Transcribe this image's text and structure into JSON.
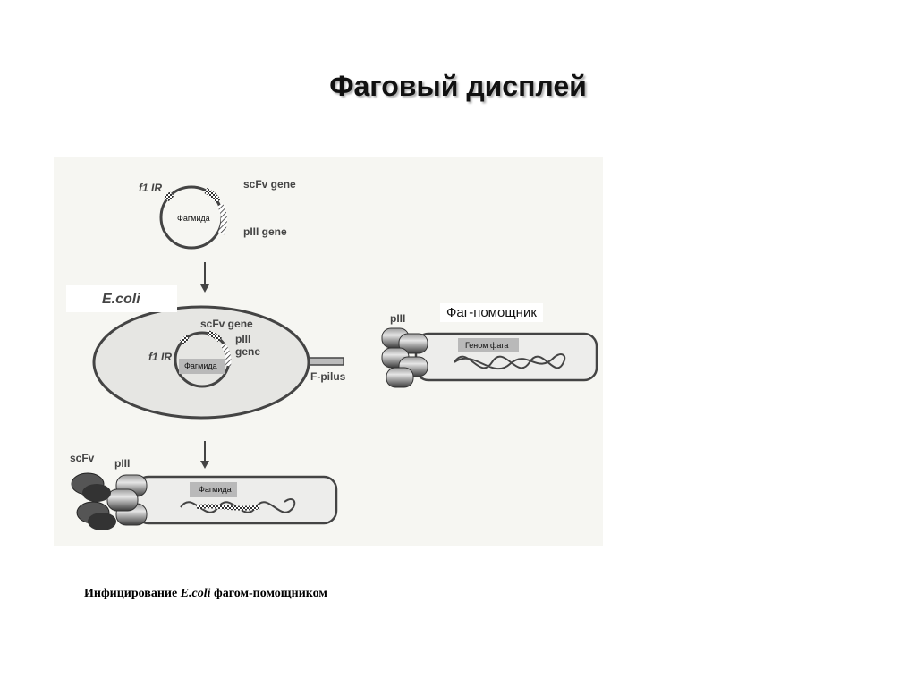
{
  "title": "Фаговый дисплей",
  "labels": {
    "f1_ir": "f1 IR",
    "scfv_gene": "scFv gene",
    "piii_gene": "pIII gene",
    "piii_gene_top": "pIII",
    "piii_gene_bottom": "gene",
    "ecoli": "E.coli",
    "f_pilus": "F-pilus",
    "piii": "pIII",
    "scfv": "scFv"
  },
  "boxes": {
    "phagemid": "Фагмида",
    "helper_phage": "Фаг-помощник",
    "phage_genome": "Геном фага"
  },
  "caption": {
    "before": "Инфицирование ",
    "italic": "E.coli",
    "after": " фагом-помощником"
  }
}
